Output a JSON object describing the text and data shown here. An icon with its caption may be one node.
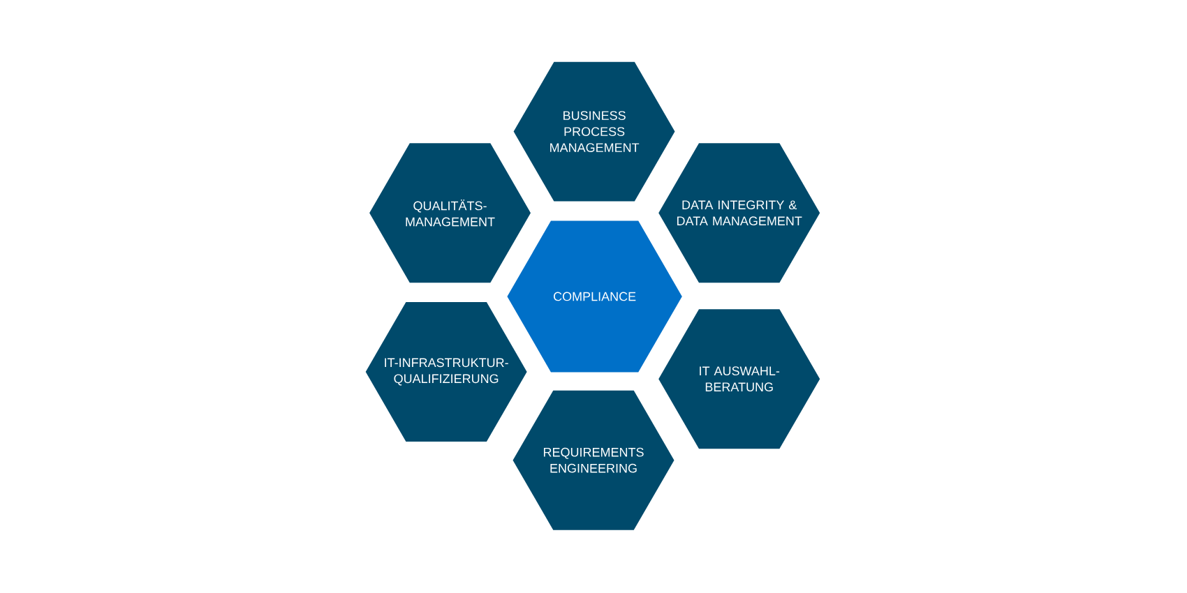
{
  "diagram": {
    "nodes": [
      {
        "text": [
          "BUSINESS PROCESS MANAGEMENT"
        ]
      },
      {
        "text": [
          "QUALITÄTS-MANAGEMENT"
        ]
      },
      {
        "text": [
          "DATA INTEGRITY & DATA MANAGEMENT"
        ]
      },
      {
        "text": [
          "COMPLIANCE"
        ]
      },
      {
        "text": [
          "IT-INFRASTRUKTUR-QUALIFIZIERUNG"
        ]
      },
      {
        "text": [
          "IT AUSWAHL-BERATUNG"
        ]
      },
      {
        "text": [
          "REQUIREMENTS ENGINEERING"
        ]
      }
    ]
  }
}
